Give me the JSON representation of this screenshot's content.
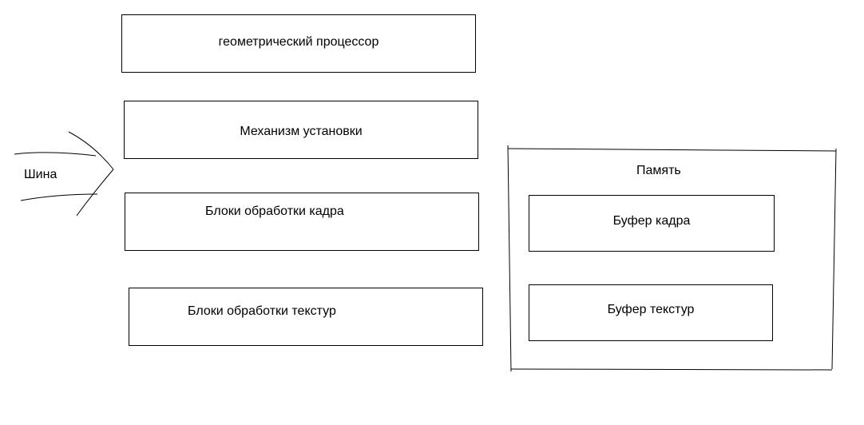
{
  "bus": {
    "label": "Шина",
    "icon": "arrow-right-icon"
  },
  "gpu_blocks": {
    "geometry": "геометрический процессор",
    "setup": "Механизм установки",
    "frame": "Блоки обработки кадра",
    "texture": "Блоки обработки текстур"
  },
  "memory": {
    "title": "Память",
    "frame_buffer": "Буфер кадра",
    "texture_buffer": "Буфер текстур"
  },
  "colors": {
    "line": "#000000",
    "background": "#ffffff"
  }
}
